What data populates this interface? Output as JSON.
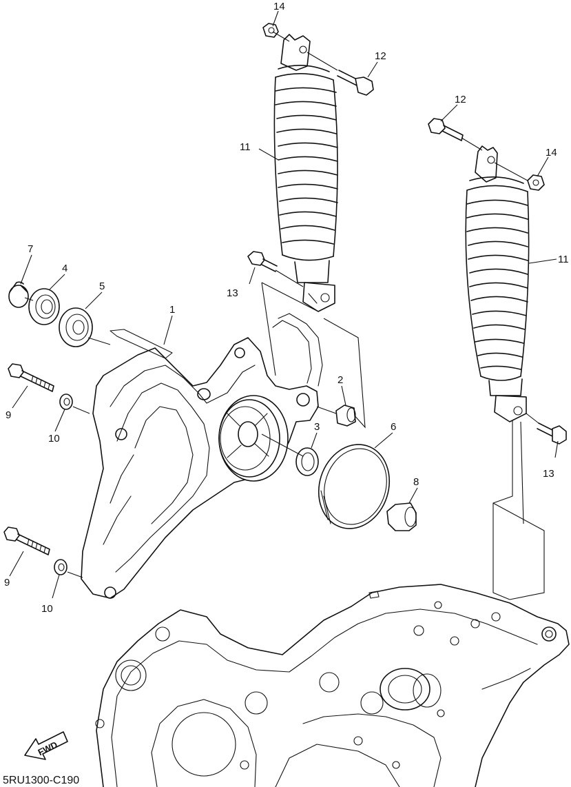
{
  "diagram": {
    "drawing_code": "5RU1300-C190",
    "fwd_label": "FWD",
    "callouts": [
      {
        "id": "c14a",
        "label": "14"
      },
      {
        "id": "c12a",
        "label": "12"
      },
      {
        "id": "c11a",
        "label": "11"
      },
      {
        "id": "c13a",
        "label": "13"
      },
      {
        "id": "c12b",
        "label": "12"
      },
      {
        "id": "c14b",
        "label": "14"
      },
      {
        "id": "c11b",
        "label": "11"
      },
      {
        "id": "c13b",
        "label": "13"
      },
      {
        "id": "c7",
        "label": "7"
      },
      {
        "id": "c4",
        "label": "4"
      },
      {
        "id": "c5",
        "label": "5"
      },
      {
        "id": "c1",
        "label": "1"
      },
      {
        "id": "c2",
        "label": "2"
      },
      {
        "id": "c3",
        "label": "3"
      },
      {
        "id": "c6",
        "label": "6"
      },
      {
        "id": "c8",
        "label": "8"
      },
      {
        "id": "c9a",
        "label": "9"
      },
      {
        "id": "c10a",
        "label": "10"
      },
      {
        "id": "c9b",
        "label": "9"
      },
      {
        "id": "c10b",
        "label": "10"
      }
    ]
  }
}
